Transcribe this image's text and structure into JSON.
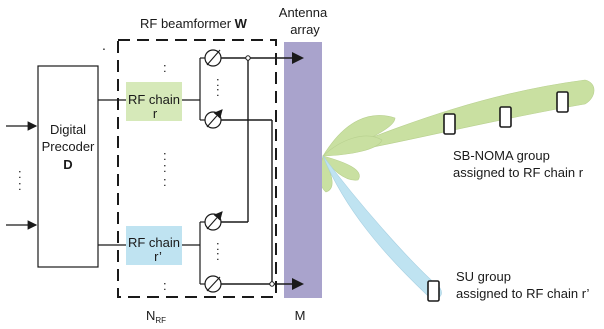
{
  "labels": {
    "rf_beamformer": "RF beamformer ",
    "rf_beamformer_w": "W",
    "antenna_line1": "Antenna",
    "antenna_line2": "array",
    "digital": "Digital",
    "precoder": "Precoder",
    "precoder_d": "D",
    "rf_chain_top_1": "RF chain",
    "rf_chain_top_2": "r",
    "rf_chain_bottom_1": "RF chain",
    "rf_chain_bottom_2": "r’",
    "n_rf_main": "N",
    "n_rf_sub": "RF",
    "m_label": "M",
    "sb_noma_line1": "SB-NOMA group",
    "sb_noma_line2": "assigned to RF chain r",
    "su_line1": "SU group",
    "su_line2": "assigned to RF chain r’",
    "dots_vertical": ":",
    "dots_small": "."
  },
  "colors": {
    "rf_chain_top": "#d6e9b9",
    "rf_chain_bottom": "#bfe3f1",
    "antenna_array": "#a9a3cc",
    "beam_green": "#c9e0a1",
    "beam_blue": "#bfe3f1",
    "line": "#1a1a1a"
  },
  "icons": [
    "phase-shifter-icon",
    "antenna-element-icon",
    "phone-icon"
  ]
}
